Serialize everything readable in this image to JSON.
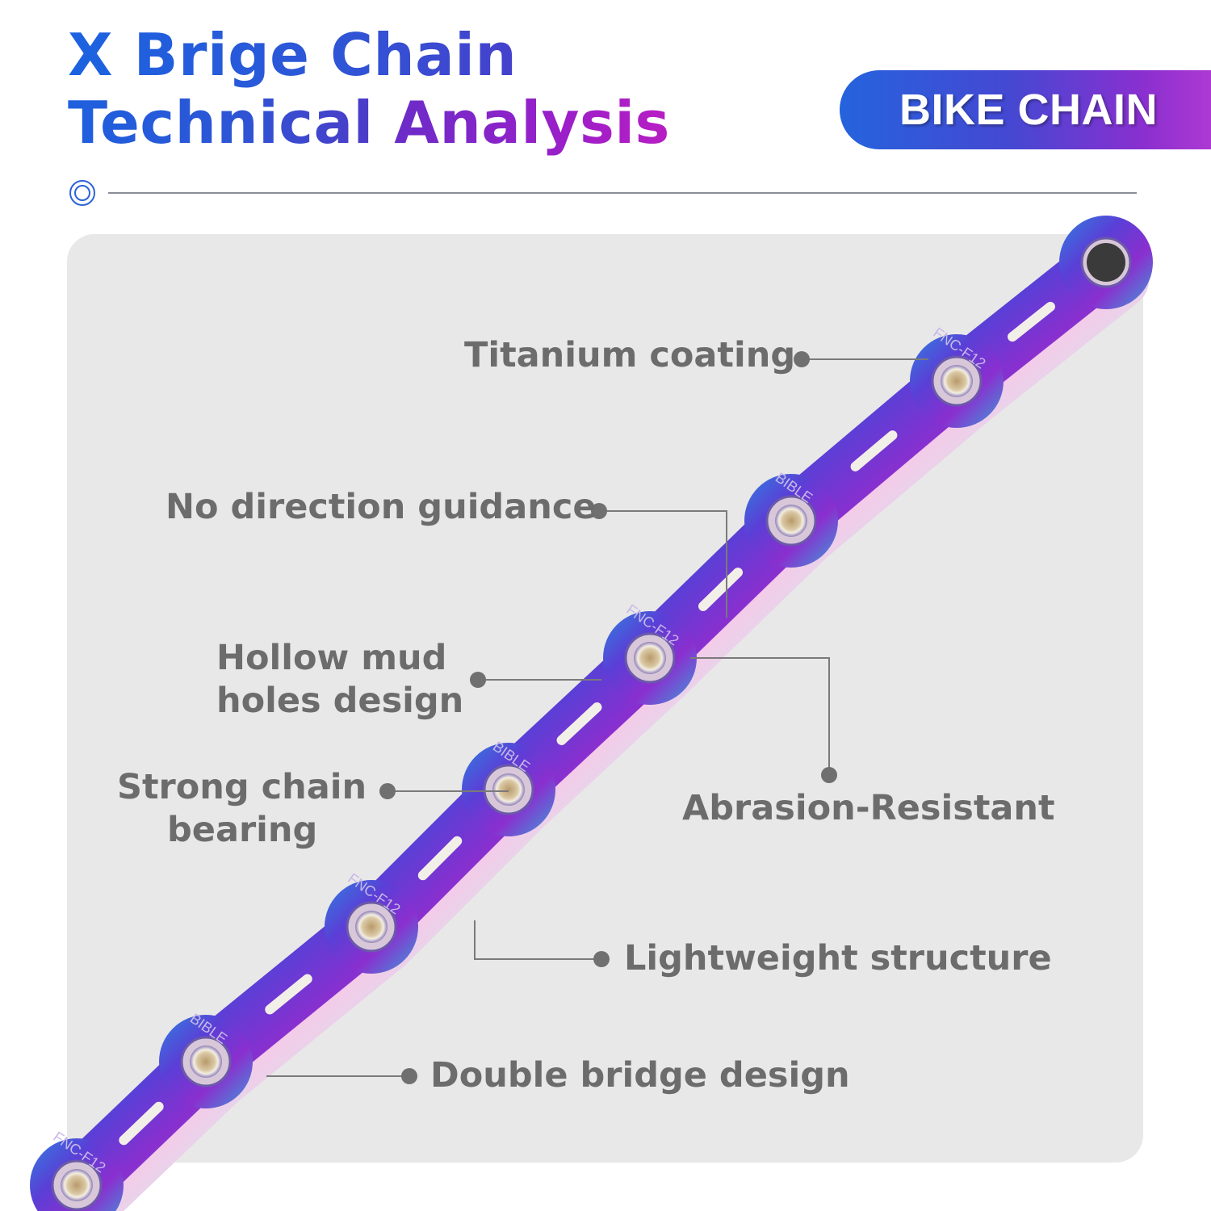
{
  "header": {
    "title_line1": "X Brige Chain",
    "title_line2_part1": "Technical",
    "title_line2_part2": "Analysis",
    "badge_label": "BIKE CHAIN"
  },
  "icons": {
    "divider": "concentric-circle-icon"
  },
  "callouts": {
    "titanium_coating": "Titanium coating",
    "no_direction_guidance": "No direction guidance",
    "hollow_mud_line1": "Hollow mud",
    "hollow_mud_line2": "holes design",
    "strong_chain_line1": "Strong chain",
    "strong_chain_line2": "bearing",
    "abrasion_resistant": "Abrasion-Resistant",
    "lightweight_structure": "Lightweight structure",
    "double_bridge_design": "Double bridge design"
  },
  "chain_plate_markings": {
    "model": "FNC-F12",
    "brand": "BIBLE"
  },
  "colors": {
    "title_blue": "#1b63e0",
    "title_purple": "#9a1fc9",
    "badge_start": "#2563dd",
    "badge_end": "#b23ad2",
    "panel_bg": "#e8e8e8",
    "label_text": "#6c6c6c",
    "callout_line": "#7a7a7a"
  }
}
